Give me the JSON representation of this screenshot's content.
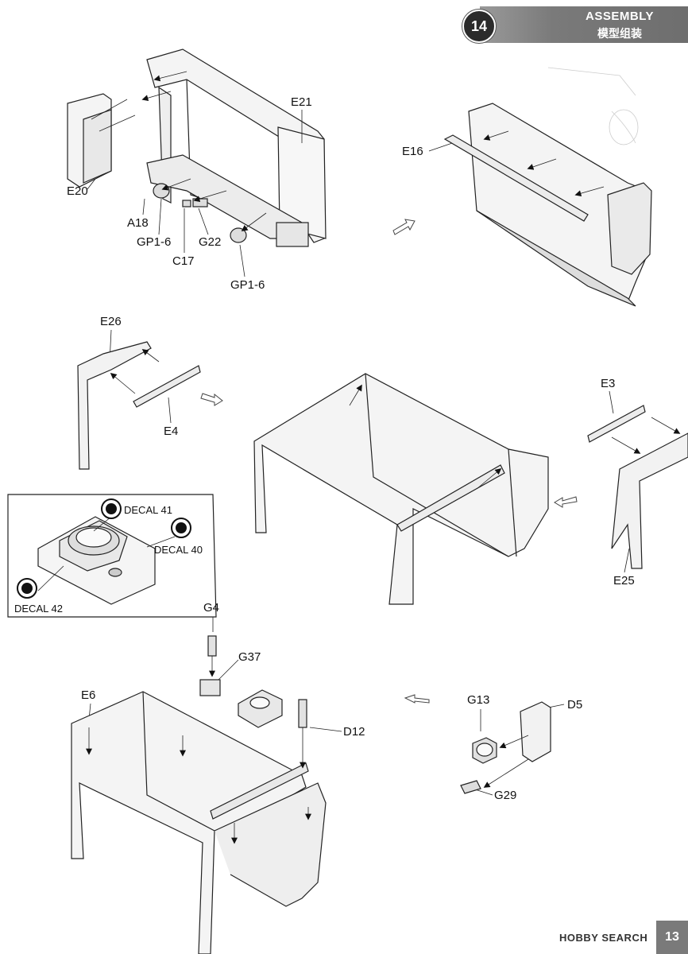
{
  "header": {
    "step_number": "14",
    "title": "ASSEMBLY",
    "subtitle": "模型组装"
  },
  "parts": {
    "e21": "E21",
    "e20": "E20",
    "e16": "E16",
    "a18": "A18",
    "gp1_6_a": "GP1-6",
    "g22": "G22",
    "c17": "C17",
    "gp1_6_b": "GP1-6",
    "e26": "E26",
    "e4": "E4",
    "e3": "E3",
    "e25": "E25",
    "g4": "G4",
    "g37": "G37",
    "e6": "E6",
    "d12": "D12",
    "g13": "G13",
    "d5": "D5",
    "g29": "G29"
  },
  "decals": {
    "d41": "DECAL 41",
    "d40": "DECAL 40",
    "d42": "DECAL 42"
  },
  "footer": {
    "watermark": "HOBBY SEARCH",
    "page": "13"
  }
}
